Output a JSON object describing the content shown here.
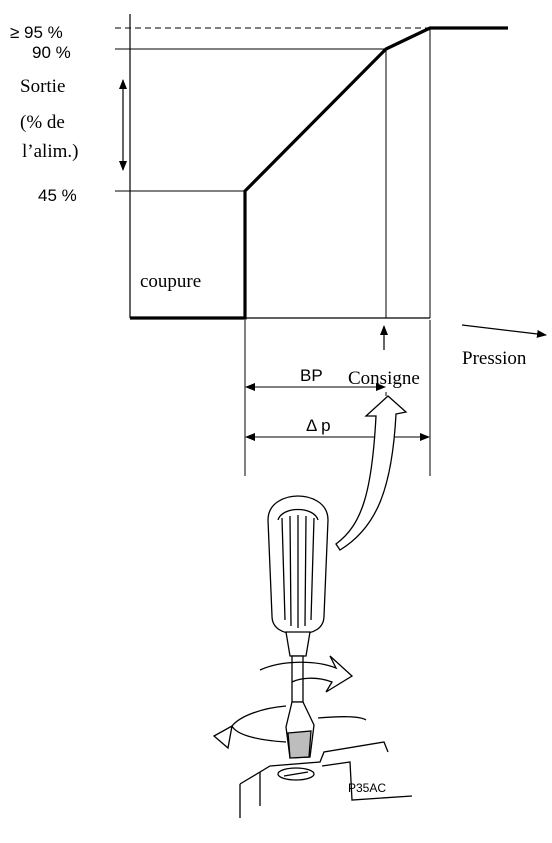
{
  "graph": {
    "label_95": "≥ 95 %",
    "label_90": "90 %",
    "label_45": "45 %",
    "output_label_line1": "Sortie",
    "output_label_line2": "(% de",
    "output_label_line3": "l’alim.)",
    "cutoff_label": "coupure",
    "pressure_label": "Pression",
    "setpoint_label": "Consigne",
    "bp_label": "BP",
    "delta_p_label": "Δ p"
  },
  "figure_code": "P35AC",
  "colors": {
    "ink": "#000000",
    "paper": "#ffffff",
    "blade": "#bdbdbd"
  }
}
